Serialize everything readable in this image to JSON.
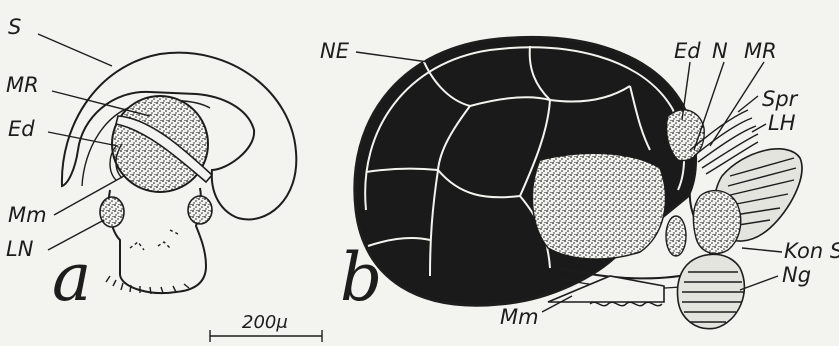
{
  "figure_a": {
    "panel_letter": "a",
    "labels": {
      "S": "S",
      "MR": "MR",
      "Ed": "Ed",
      "Mm": "Mm",
      "LN": "LN"
    }
  },
  "figure_b": {
    "panel_letter": "b",
    "labels": {
      "NE": "NE",
      "Ed": "Ed",
      "N": "N",
      "MR": "MR",
      "Spr": "Spr",
      "LH": "LH",
      "KonS": "Kon S",
      "Ng": "Ng",
      "Mm": "Mm"
    }
  },
  "scale_bar": {
    "label": "200μ"
  },
  "colors": {
    "ink": "#1d1d1d",
    "paper": "#f3f3ef"
  }
}
